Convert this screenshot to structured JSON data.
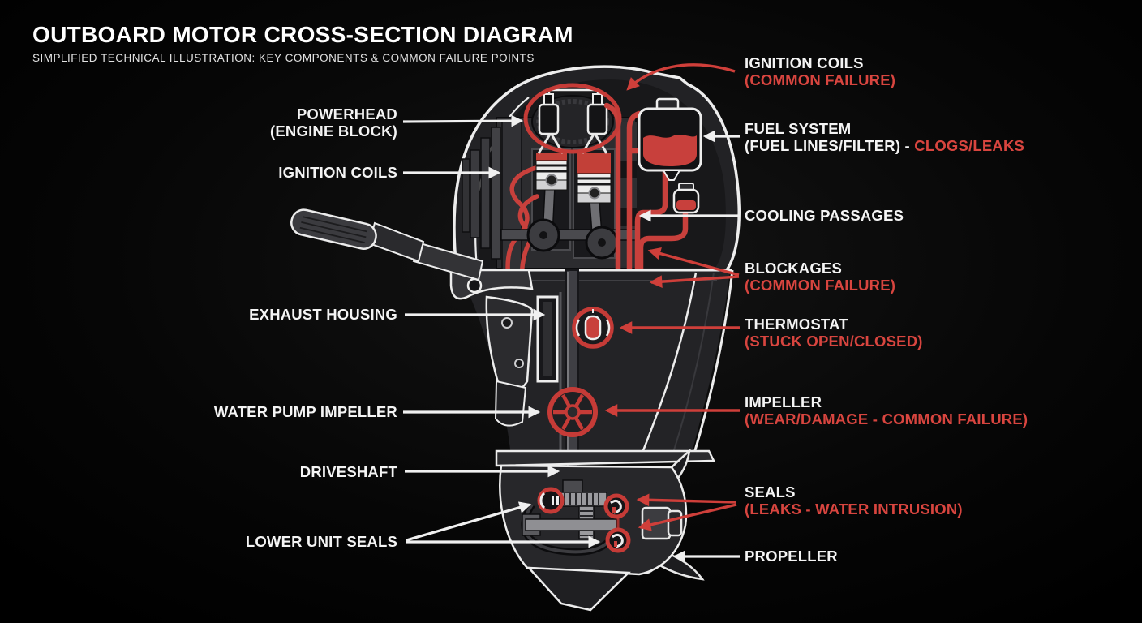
{
  "header": {
    "title": "OUTBOARD MOTOR CROSS-SECTION DIAGRAM",
    "subtitle": "SIMPLIFIED TECHNICAL ILLUSTRATION: KEY COMPONENTS & COMMON FAILURE POINTS"
  },
  "colors": {
    "background": "#000000",
    "label_white": "#f4f4f4",
    "failure_red": "#d8453f",
    "highlight_ring_red": "#c53b37",
    "body_gray": "#2a2a2d",
    "outline_white": "#ededed"
  },
  "labels": {
    "left": [
      {
        "key": "powerhead",
        "rows": [
          [
            {
              "text": "POWERHEAD",
              "color": "white"
            }
          ],
          [
            {
              "text": "(ENGINE BLOCK)",
              "color": "white"
            }
          ]
        ]
      },
      {
        "key": "ignition_coils_left",
        "rows": [
          [
            {
              "text": "IGNITION COILS",
              "color": "white"
            }
          ]
        ]
      },
      {
        "key": "exhaust_housing",
        "rows": [
          [
            {
              "text": "EXHAUST HOUSING",
              "color": "white"
            }
          ]
        ]
      },
      {
        "key": "water_pump_impeller",
        "rows": [
          [
            {
              "text": "WATER PUMP IMPELLER",
              "color": "white"
            }
          ]
        ]
      },
      {
        "key": "driveshaft",
        "rows": [
          [
            {
              "text": "DRIVESHAFT",
              "color": "white"
            }
          ]
        ]
      },
      {
        "key": "lower_unit_seals",
        "rows": [
          [
            {
              "text": "LOWER UNIT SEALS",
              "color": "white"
            }
          ]
        ]
      }
    ],
    "right": [
      {
        "key": "ignition_coils_right",
        "rows": [
          [
            {
              "text": "IGNITION COILS",
              "color": "white"
            }
          ],
          [
            {
              "text": "(COMMON FAILURE)",
              "color": "red"
            }
          ]
        ]
      },
      {
        "key": "fuel_system",
        "rows": [
          [
            {
              "text": "FUEL SYSTEM",
              "color": "white"
            }
          ],
          [
            {
              "text": "(FUEL LINES/FILTER) - ",
              "color": "white"
            },
            {
              "text": "CLOGS/LEAKS",
              "color": "red"
            }
          ]
        ]
      },
      {
        "key": "cooling_passages",
        "rows": [
          [
            {
              "text": "COOLING PASSAGES",
              "color": "white"
            }
          ]
        ]
      },
      {
        "key": "blockages",
        "rows": [
          [
            {
              "text": "BLOCKAGES",
              "color": "white"
            }
          ],
          [
            {
              "text": "(COMMON FAILURE)",
              "color": "red"
            }
          ]
        ]
      },
      {
        "key": "thermostat",
        "rows": [
          [
            {
              "text": "THERMOSTAT",
              "color": "white"
            }
          ],
          [
            {
              "text": "(STUCK OPEN/CLOSED)",
              "color": "red"
            }
          ]
        ]
      },
      {
        "key": "impeller",
        "rows": [
          [
            {
              "text": "IMPELLER",
              "color": "white"
            }
          ],
          [
            {
              "text": "(WEAR/DAMAGE - COMMON FAILURE)",
              "color": "red"
            }
          ]
        ]
      },
      {
        "key": "seals",
        "rows": [
          [
            {
              "text": "SEALS",
              "color": "white"
            }
          ],
          [
            {
              "text": "(LEAKS - WATER INTRUSION)",
              "color": "red"
            }
          ]
        ]
      },
      {
        "key": "propeller",
        "rows": [
          [
            {
              "text": "PROPELLER",
              "color": "white"
            }
          ]
        ]
      }
    ]
  }
}
